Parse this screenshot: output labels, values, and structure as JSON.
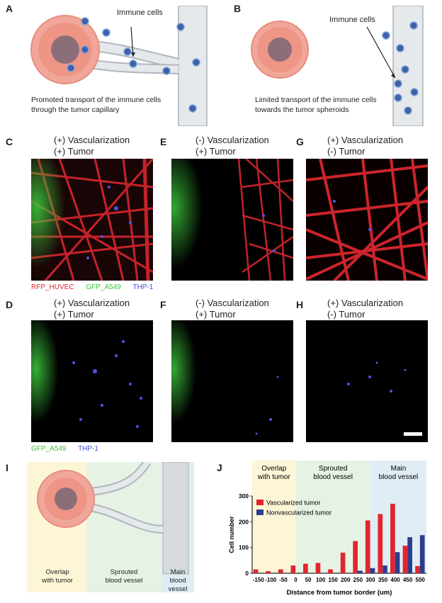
{
  "panels": {
    "A": {
      "label": "A",
      "annotation": "Immune cells",
      "caption_line1": "Promoted transport of the immune cells",
      "caption_line2": "through the tumor capillary"
    },
    "B": {
      "label": "B",
      "annotation": "Immune cells",
      "caption_line1": "Limited transport of the immune cells",
      "caption_line2": "towards the tumor spheroids"
    },
    "C": {
      "label": "C",
      "line1": "(+) Vascularization",
      "line2": "(+) Tumor"
    },
    "E": {
      "label": "E",
      "line1": "(-) Vascularization",
      "line2": "(+) Tumor"
    },
    "G": {
      "label": "G",
      "line1": "(+) Vascularization",
      "line2": "(-) Tumor"
    },
    "D": {
      "label": "D",
      "line1": "(+) Vascularization",
      "line2": "(+) Tumor"
    },
    "F": {
      "label": "F",
      "line1": "(-) Vascularization",
      "line2": "(+) Tumor"
    },
    "H": {
      "label": "H",
      "line1": "(+) Vascularization",
      "line2": "(-) Tumor"
    },
    "I": {
      "label": "I",
      "zone1_line1": "Overlap",
      "zone1_line2": "with tumor",
      "zone2_line1": "Sprouted",
      "zone2_line2": "blood vessel",
      "zone3_line1": "Main",
      "zone3_line2": "blood vessel"
    },
    "J": {
      "label": "J"
    }
  },
  "legend_row1": {
    "rfp": "RFP_HUVEC",
    "gfp": "GFP_A549",
    "thp": "THP-1"
  },
  "legend_row2": {
    "gfp": "GFP_A549",
    "thp": "THP-1"
  },
  "colors": {
    "red": "#e0262e",
    "green": "#3cc43c",
    "blue": "#3d4bd6",
    "navy": "#2d3d8e",
    "yellow_zone": "#fdf6d6",
    "green_zone": "#e6f3e4",
    "blue_zone": "#e0edf4"
  },
  "chart_data": {
    "type": "bar",
    "categories": [
      "-150",
      "-100",
      "-50",
      "0",
      "50",
      "100",
      "150",
      "200",
      "250",
      "300",
      "350",
      "400",
      "450",
      "500"
    ],
    "series": [
      {
        "name": "Vascularized tumor",
        "color": "#e0262e",
        "values": [
          15,
          8,
          15,
          30,
          37,
          40,
          15,
          80,
          125,
          205,
          230,
          270,
          107,
          28
        ]
      },
      {
        "name": "Nonvascularized tumor",
        "color": "#2d3d8e",
        "values": [
          0,
          0,
          0,
          0,
          0,
          0,
          0,
          0,
          10,
          20,
          30,
          82,
          140,
          148
        ]
      }
    ],
    "xlabel": "Distance from tumor border (um)",
    "ylabel": "Cell number",
    "yticks": [
      "0",
      "100",
      "200",
      "300"
    ],
    "ylim": [
      0,
      300
    ],
    "legend_position": "upper-left",
    "zones": [
      {
        "line1": "Overlap",
        "line2": "with tumor"
      },
      {
        "line1": "Sprouted",
        "line2": "blood vessel"
      },
      {
        "line1": "Main",
        "line2": "blood vessel"
      }
    ]
  }
}
